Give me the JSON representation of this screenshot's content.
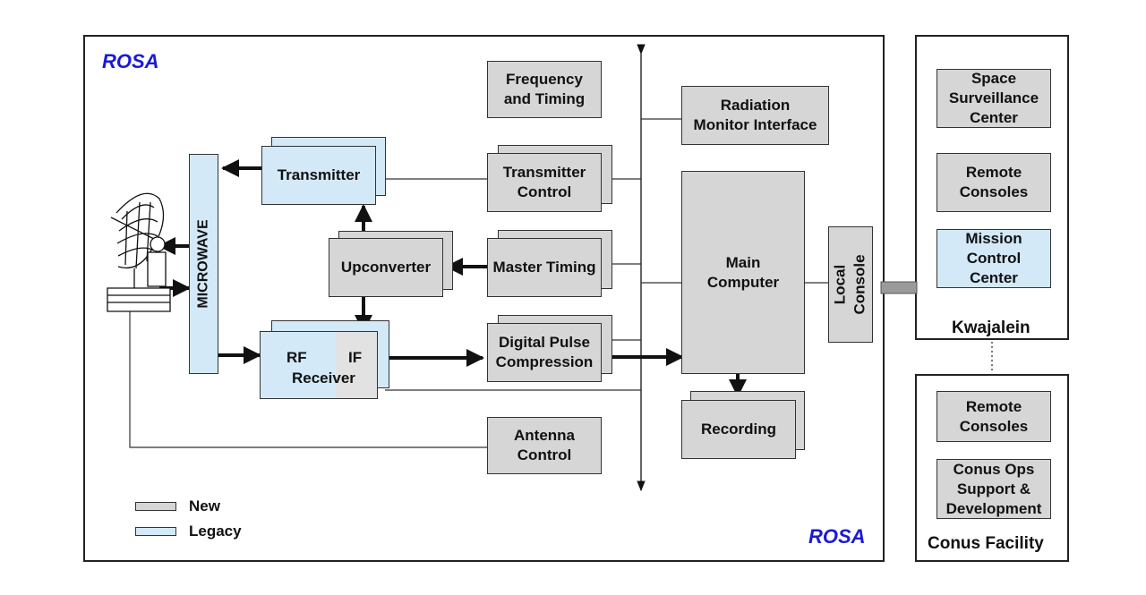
{
  "rosa_title": "ROSA",
  "rosa_bottom": "ROSA",
  "blocks": {
    "freq": "Frequency\nand Timing",
    "radiation": "Radiation\nMonitor Interface",
    "transmitter": "Transmitter",
    "tx_control": "Transmitter\nControl",
    "upconverter": "Upconverter",
    "master_timing": "Master Timing",
    "main_computer": "Main\nComputer",
    "local_console": "Local\nConsole",
    "rf": "RF",
    "if": "IF",
    "receiver": "Receiver",
    "dpc": "Digital Pulse\nCompression",
    "recording": "Recording",
    "antenna_control": "Antenna\nControl",
    "microwave": "MICROWAVE"
  },
  "legend": {
    "new": "New",
    "legacy": "Legacy"
  },
  "kwajalein": {
    "label": "Kwajalein",
    "ssc": "Space\nSurveillance\nCenter",
    "remote": "Remote\nConsoles",
    "mcc": "Mission\nControl\nCenter"
  },
  "conus": {
    "label": "Conus Facility",
    "remote": "Remote\nConsoles",
    "ops": "Conus Ops\nSupport &\nDevelopment"
  },
  "colors": {
    "new": "#d6d6d6",
    "legacy": "#d3e9f8",
    "rosa_text": "#1a1ad6"
  },
  "icons": {
    "antenna": "satellite-dish-icon"
  }
}
